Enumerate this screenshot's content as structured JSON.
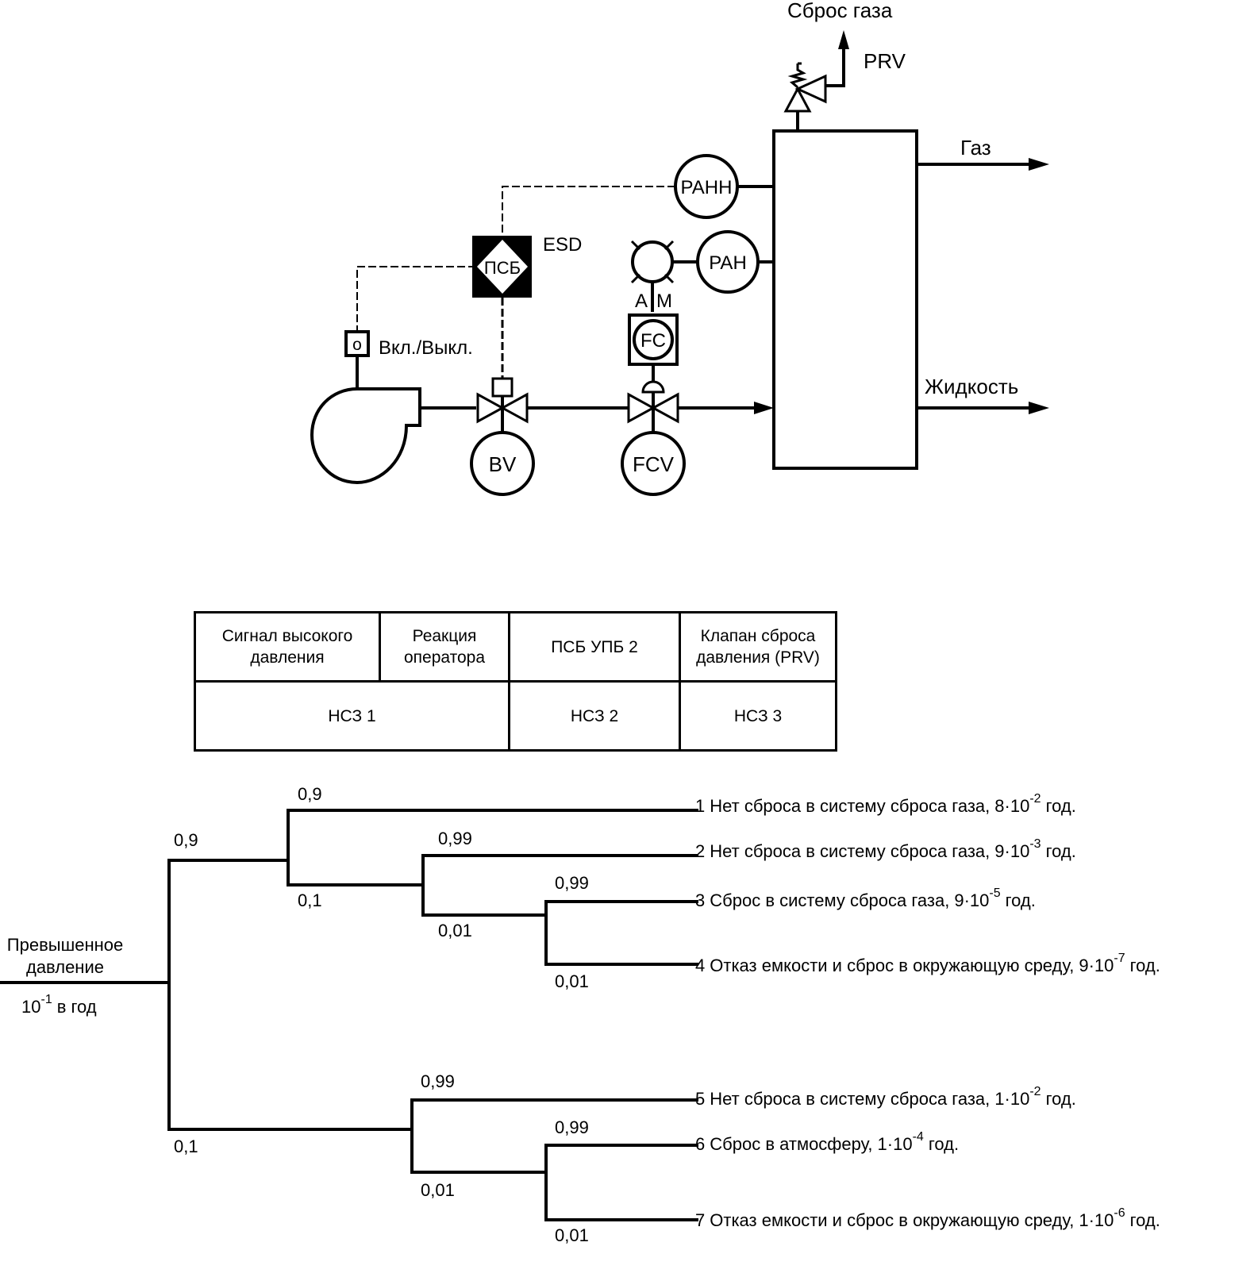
{
  "process_diagram": {
    "vent_label": "Сброс газа",
    "prv_label": "PRV",
    "gas_outlet_label": "Газ",
    "liquid_outlet_label": "Жидкость",
    "pahh_label": "PAHH",
    "pah_label": "PAH",
    "esd_label": "ESD",
    "psb_label": "ПСБ",
    "on_off_label": "Вкл./Выкл.",
    "on_off_symbol": "o",
    "am_a_label": "A",
    "am_m_label": "M",
    "fc_label": "FC",
    "bv_label": "BV",
    "fcv_label": "FCV"
  },
  "layers_table": {
    "header": [
      "Сигнал высокого давления",
      "Реакция оператора",
      "ПСБ УПБ 2",
      "Клапан сброса давления (PRV)"
    ],
    "layers": [
      "НСЗ 1",
      "НСЗ 2",
      "НСЗ 3"
    ]
  },
  "event_tree": {
    "initiating_event": {
      "label_line1": "Превышенное",
      "label_line2": "давление",
      "frequency_base": "10",
      "frequency_exp": "-1",
      "frequency_unit": "в год"
    },
    "branch_probabilities": {
      "b0_up": "0,9",
      "b0_down": "0,1",
      "b1_up": "0,9",
      "b1_down": "0,1",
      "b2_up": "0,99",
      "b2_down": "0,01",
      "b3_up": "0,99",
      "b3_down": "0,01",
      "b4_up": "0,99",
      "b4_down": "0,01",
      "b5_up": "0,99",
      "b5_down": "0,01"
    },
    "outcomes": [
      {
        "num": "1",
        "text": "Нет сброса в систему сброса газа,",
        "mant": "8",
        "exp": "-2",
        "unit": "год."
      },
      {
        "num": "2",
        "text": "Нет сброса в систему сброса газа,",
        "mant": "9",
        "exp": "-3",
        "unit": "год."
      },
      {
        "num": "3",
        "text": "Сброс в систему сброса газа,",
        "mant": "9",
        "exp": "-5",
        "unit": "год."
      },
      {
        "num": "4",
        "text": "Отказ емкости и сброс в окружающую среду,",
        "mant": "9",
        "exp": "-7",
        "unit": "год."
      },
      {
        "num": "5",
        "text": "Нет сброса в систему сброса газа,",
        "mant": "1",
        "exp": "-2",
        "unit": "год."
      },
      {
        "num": "6",
        "text": "Сброс в атмосферу,",
        "mant": "1",
        "exp": "-4",
        "unit": "год."
      },
      {
        "num": "7",
        "text": "Отказ емкости и сброс в окружающую среду,",
        "mant": "1",
        "exp": "-6",
        "unit": "год."
      }
    ]
  }
}
